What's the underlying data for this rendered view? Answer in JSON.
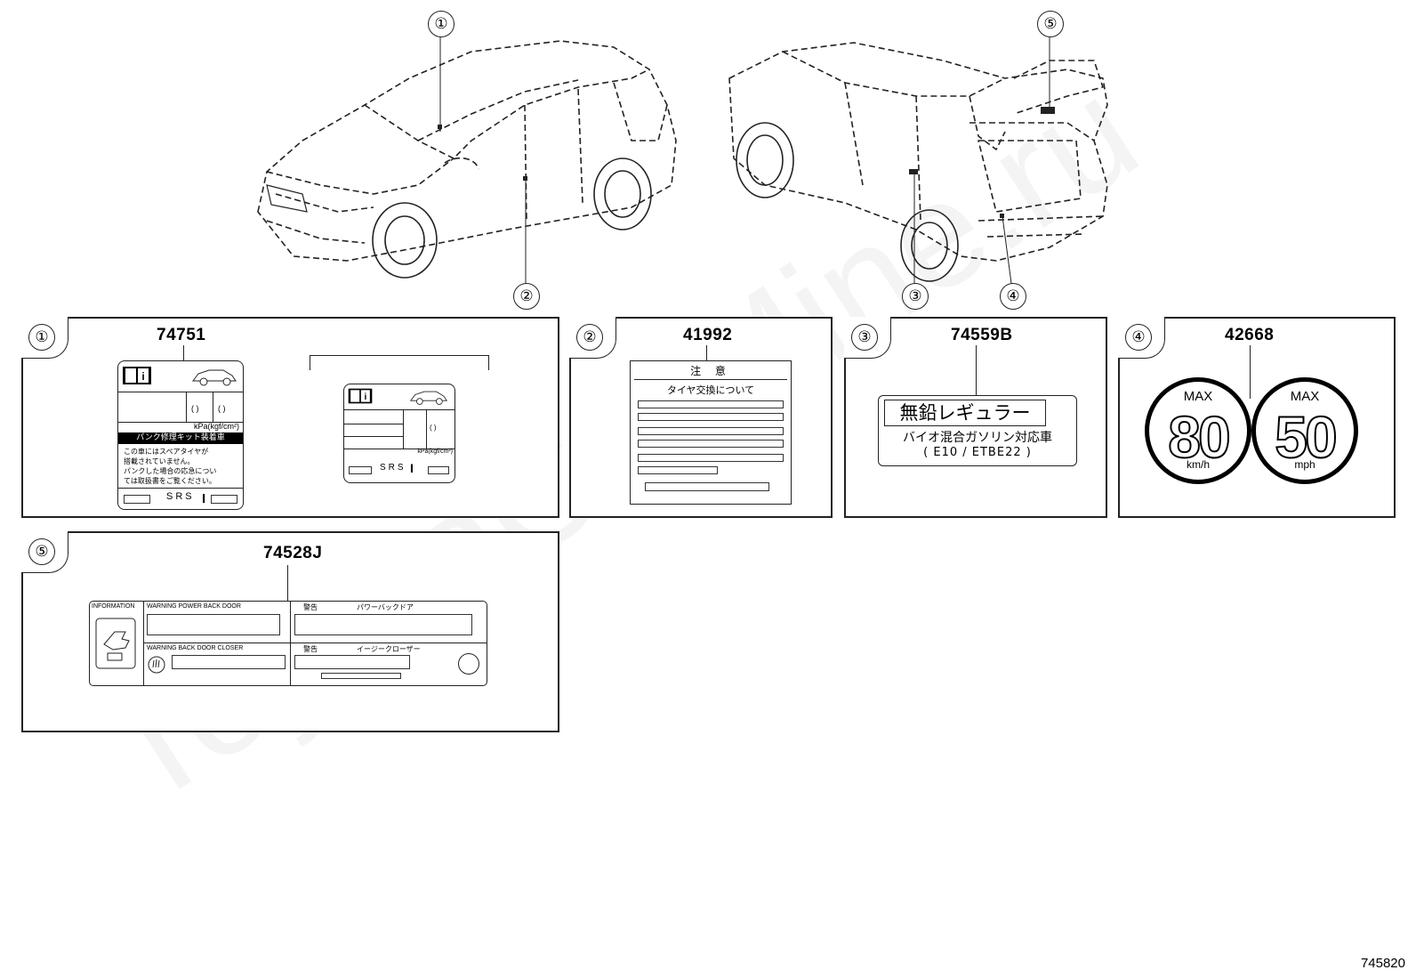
{
  "watermark": "ToyotaCarMine.ru",
  "callouts": {
    "c1": "①",
    "c2": "②",
    "c3": "③",
    "c4": "④",
    "c5": "⑤"
  },
  "panels": {
    "p1": {
      "badge": "①",
      "part": "74751",
      "label_a": {
        "kpa": "kPa(kgf/cm²)",
        "banner": "パンク修理キット装着車",
        "line1": "この車にはスペアタイヤが",
        "line2": "搭載されていません。",
        "line3": "パンクした場合の応急につい",
        "line4": "ては取扱書をご覧ください。",
        "srs": "SRS",
        "paren": "(  )"
      },
      "label_b": {
        "kpa": "kPa(kgf/cm²)",
        "srs": "SRS",
        "paren": "(  )"
      }
    },
    "p2": {
      "badge": "②",
      "part": "41992",
      "title": "注 意",
      "subtitle": "タイヤ交換について"
    },
    "p3": {
      "badge": "③",
      "part": "74559B",
      "line1": "無鉛レギュラー",
      "line2": "バイオ混合ガソリン対応車",
      "line3": "( E10 / ETBE22 )"
    },
    "p4": {
      "badge": "④",
      "part": "42668",
      "left": {
        "max": "MAX",
        "value": "80",
        "unit": "km/h"
      },
      "right": {
        "max": "MAX",
        "value": "50",
        "unit": "mph"
      }
    },
    "p5": {
      "badge": "⑤",
      "part": "74528J",
      "info": "INFORMATION",
      "w1": "WARNING  POWER  BACK  DOOR",
      "k1": "警告",
      "j1": "パワーバックドア",
      "w2": "WARNING  BACK  DOOR  CLOSER",
      "k2": "警告",
      "j2": "イージークローザー"
    }
  },
  "figure_id": "745820"
}
